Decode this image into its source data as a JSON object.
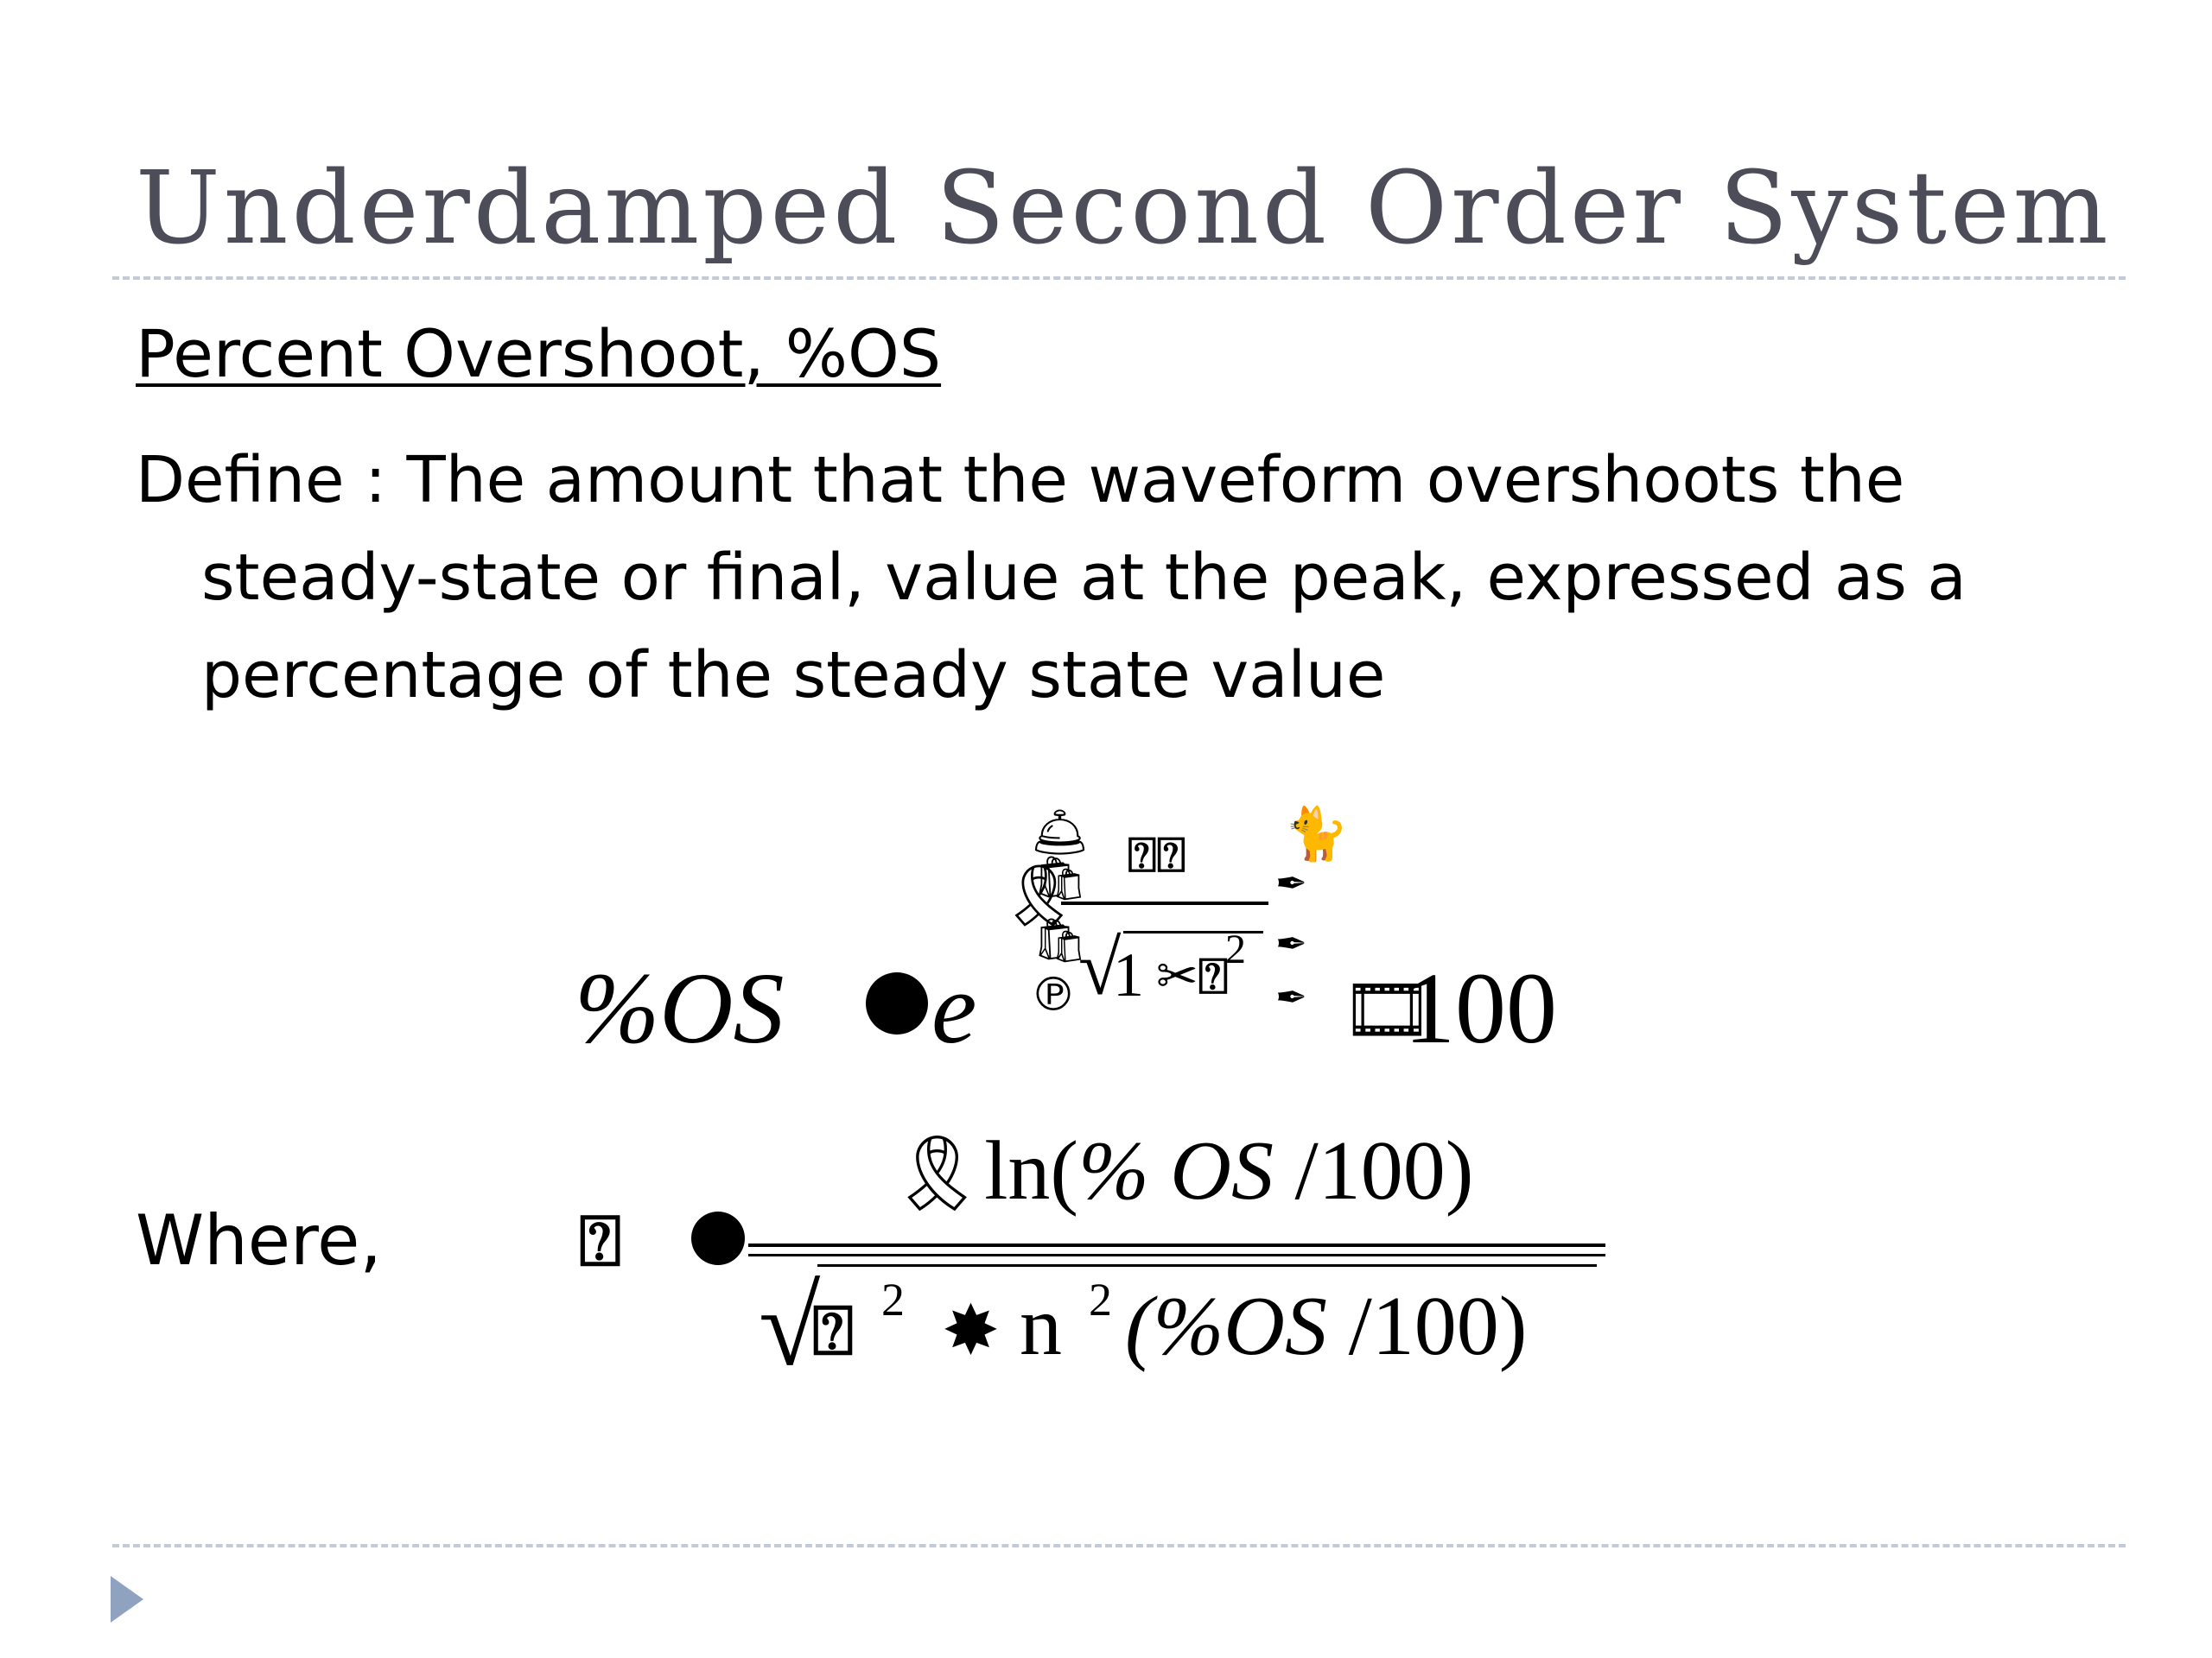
{
  "slide": {
    "title": "Underdamped Second Order System",
    "subtitle": "Percent Overshoot, %OS",
    "definition": "Define : The amount that the waveform overshoots the steady-state or final, value at the peak, expressed as a percentage of the steady state value",
    "where_label": "Where,"
  },
  "equation1": {
    "lhs": "%OS",
    "base": "e",
    "factor": "100",
    "radicand_one": "1",
    "exponent_two": "2"
  },
  "equation2": {
    "numerator_ln": "ln(",
    "numerator_pct": "% ",
    "numerator_os": "OS",
    "numerator_tail": " /100)",
    "den_exp": "2",
    "den_ln": "n",
    "den_exp2": "2",
    "den_open": "(%",
    "den_os": "OS",
    "den_tail": " /100)"
  },
  "colors": {
    "title": "#4d4d5a",
    "rule": "#c4cad6",
    "bullet_arrow": "#8fa3c1"
  }
}
